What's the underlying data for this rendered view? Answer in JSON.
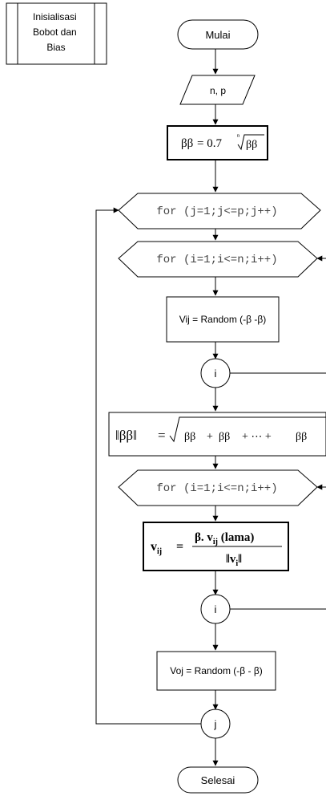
{
  "subprocess_title": [
    "Inisialisasi",
    "Bobot dan",
    "Bias"
  ],
  "nodes": {
    "start": "Mulai",
    "input": "n, p",
    "beta": {
      "lhs": "ββ",
      "eq": "= 0.7",
      "rootidx": "ⁿ",
      "rad": "ββ"
    },
    "loop_j": "for (j=1;j<=p;j++)",
    "loop_i1": "for (i=1;i<=n;i++)",
    "vij_random": "Vij = Random (-β -β)",
    "conn_i1": "i",
    "norm": {
      "lhs": "‖ββ‖",
      "eq": "=",
      "terms": [
        "ββ",
        "ββ",
        "ββ"
      ],
      "plus": "+",
      "dots": "+ ⋯ +"
    },
    "loop_i2": "for (i=1;i<=n;i++)",
    "update": {
      "lhs": "v",
      "lhs_sub": "ij",
      "eq": "=",
      "num": "β. v",
      "num_sub": "ij",
      "num_tail": " (lama)",
      "den": "‖v",
      "den_sub": "i",
      "den_tail": "‖"
    },
    "conn_i2": "i",
    "voj_random": "Voj = Random (-β - β)",
    "conn_j": "j",
    "end": "Selesai"
  }
}
